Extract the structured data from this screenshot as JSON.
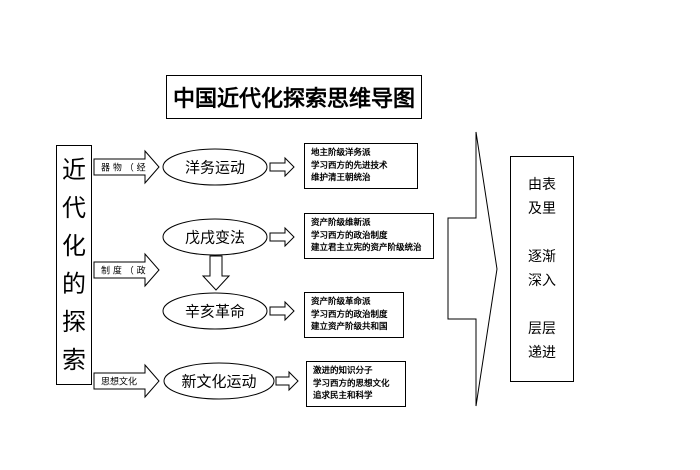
{
  "title": "中国近代化探索思维导图",
  "left_label": [
    "近",
    "代",
    "化",
    "的",
    "探",
    "索"
  ],
  "stage_arrows": [
    {
      "label": "器 物 （ 经"
    },
    {
      "label": "制 度 （ 政"
    },
    {
      "label": "思想文化"
    }
  ],
  "movements": [
    {
      "name": "洋务运动",
      "points": [
        "地主阶级洋务派",
        "学习西方的先进技术",
        "维护清王朝统治"
      ]
    },
    {
      "name": "戊戌变法",
      "points": [
        "资产阶级维新派",
        "学习西方的政治制度",
        "建立君主立宪的资产阶级统治"
      ]
    },
    {
      "name": "辛亥革命",
      "points": [
        "资产阶级革命派",
        "学习西方的政治制度",
        "建立资产阶级共和国"
      ]
    },
    {
      "name": "新文化运动",
      "points": [
        "激进的知识分子",
        "学习西方的思想文化",
        "追求民主和科学"
      ]
    }
  ],
  "conclusion": [
    "由表",
    "及里",
    "",
    "逐渐",
    "深入",
    "",
    "层层",
    "递进"
  ]
}
